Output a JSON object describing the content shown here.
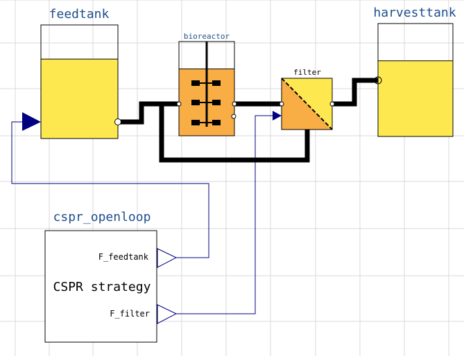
{
  "components": {
    "feedtank": {
      "label": "feedtank",
      "level": 0.7
    },
    "bioreactor": {
      "label": "bioreactor",
      "level": 0.71
    },
    "filter": {
      "label": "filter"
    },
    "harvesttank": {
      "label": "harvesttank",
      "level": 0.67
    },
    "controller": {
      "label": "cspr_openloop",
      "title": "CSPR strategy",
      "outputs": [
        "F_feedtank",
        "F_filter"
      ]
    }
  },
  "colors": {
    "grid": "#d9d9d9",
    "label_blue": "#1f4e8c",
    "tank_fill": "#fde84f",
    "reactor_fill": "#f9ad45",
    "pipe": "#000000",
    "signal": "#000080",
    "outline": "#000000"
  }
}
